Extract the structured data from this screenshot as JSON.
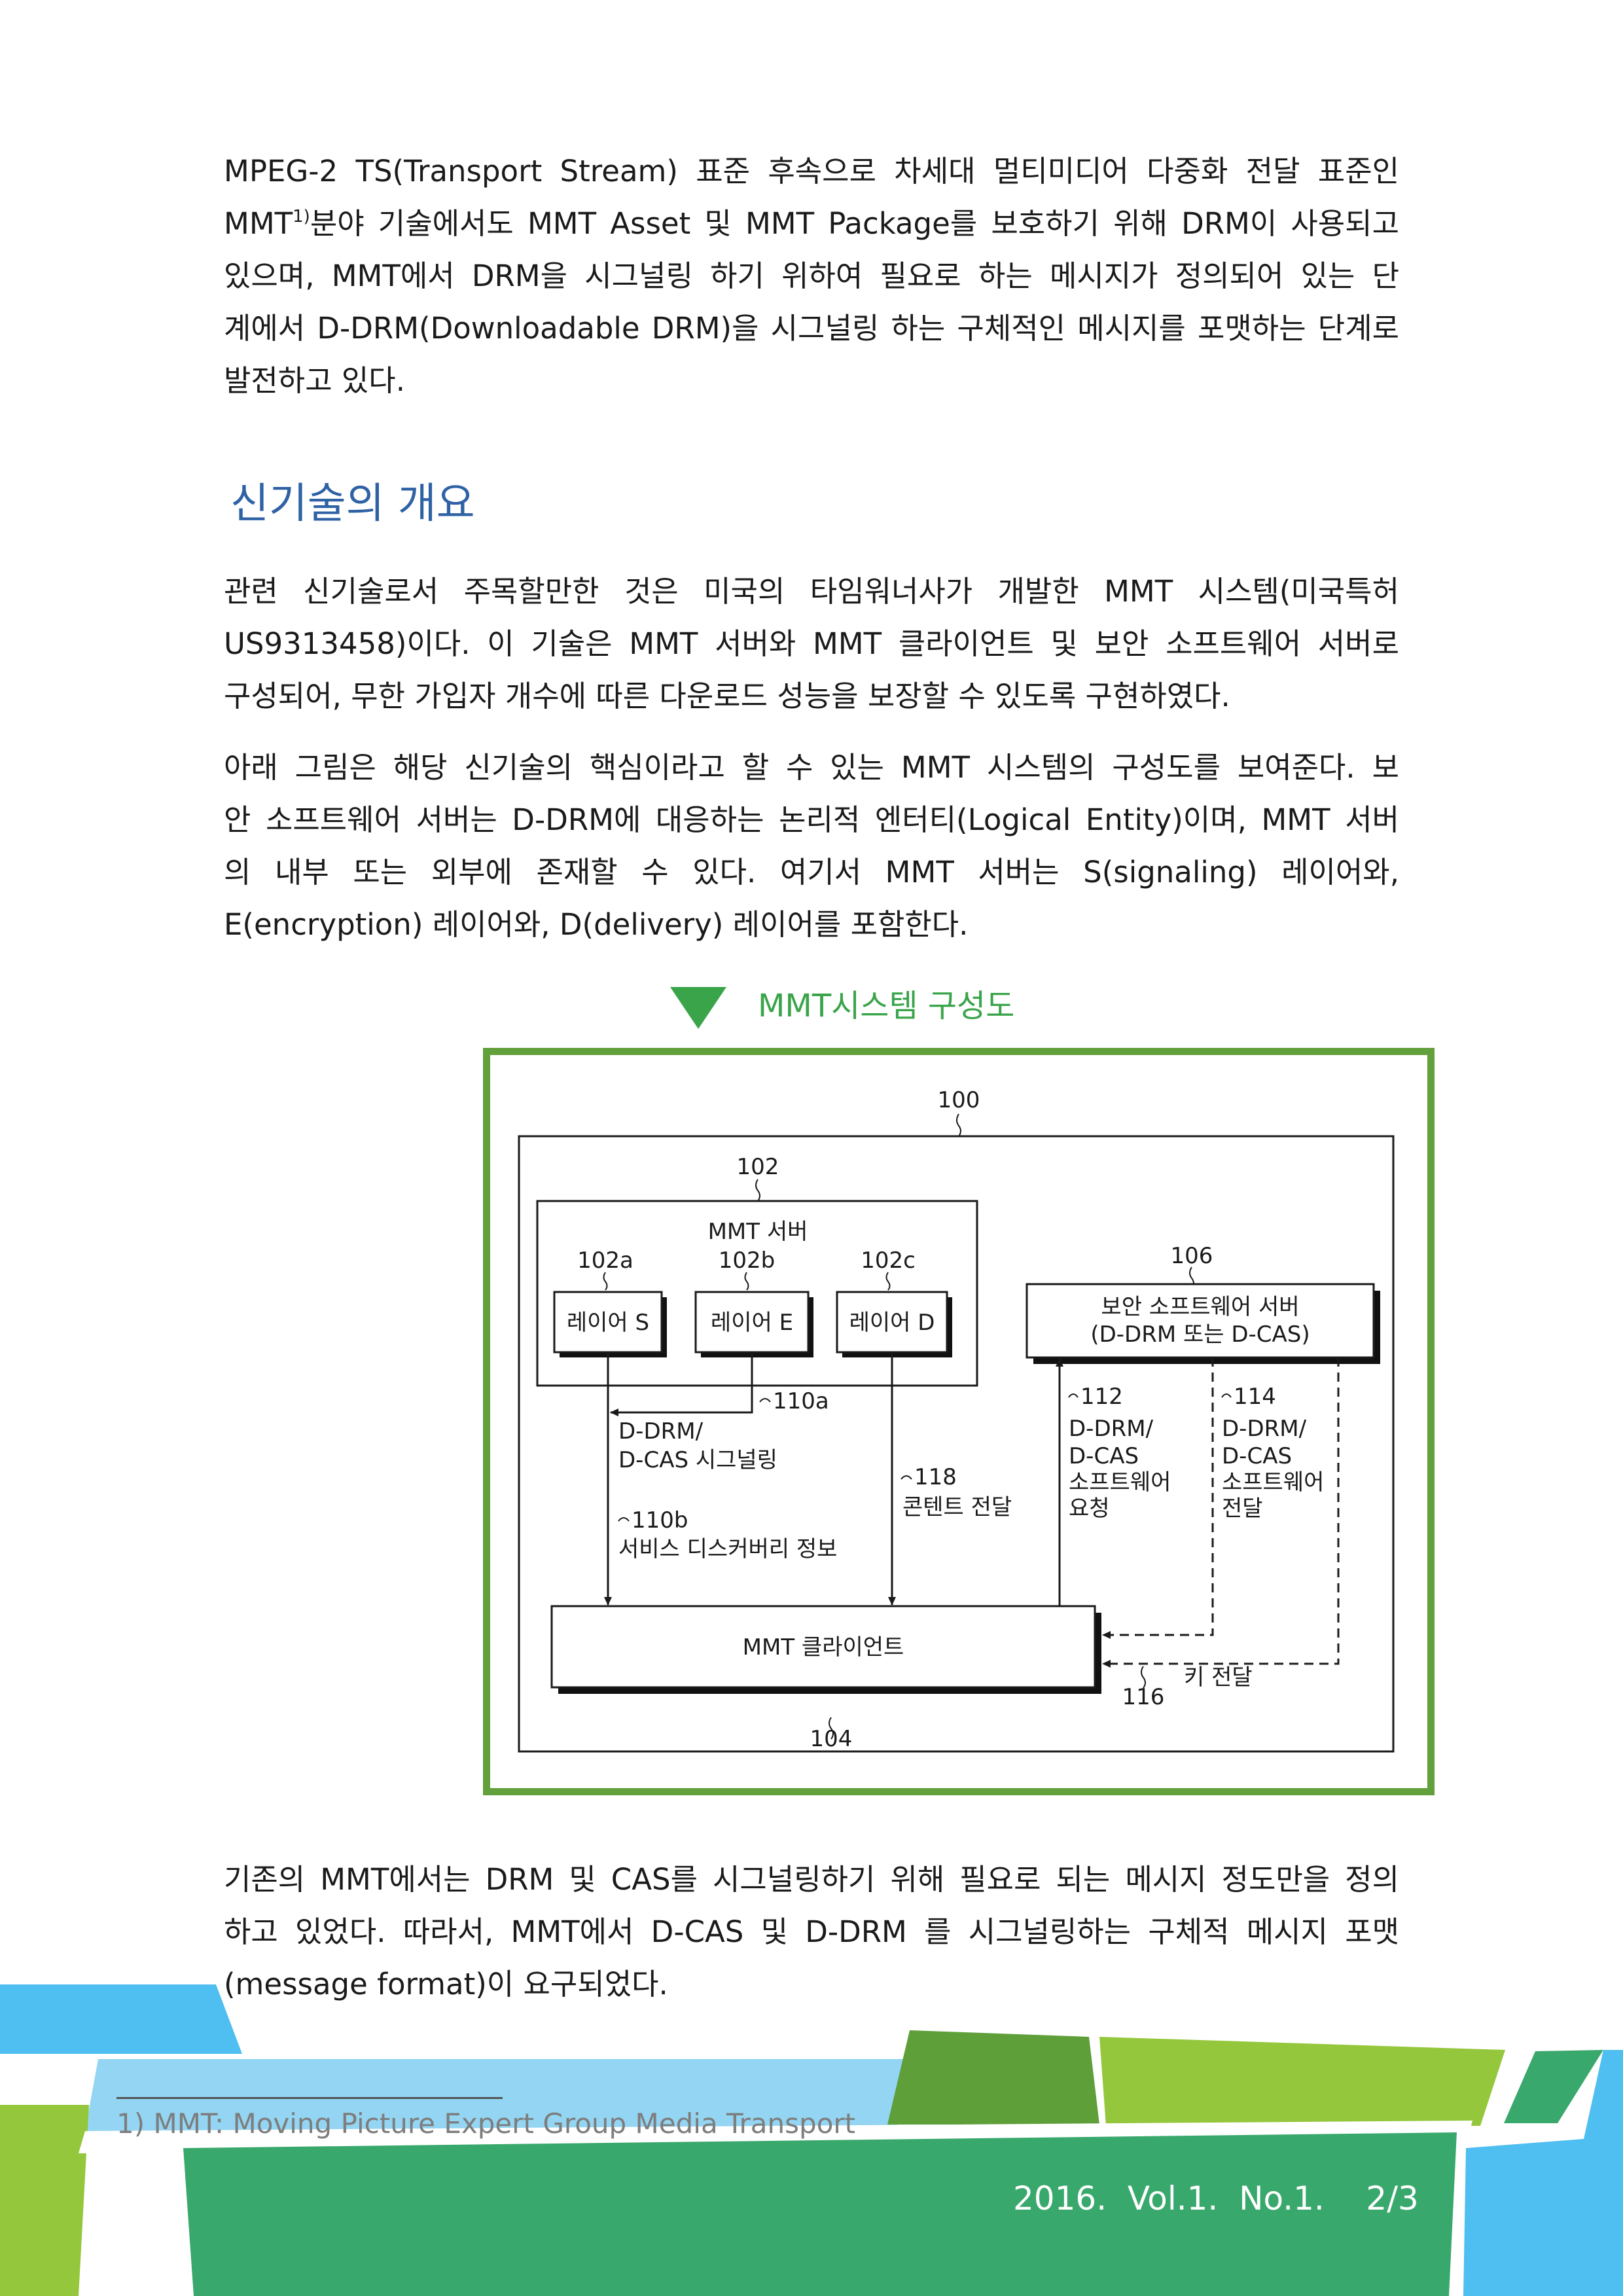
{
  "intro": {
    "lines": [
      "MPEG-2 TS(Transport Stream) 표준 후속으로 차세대 멀티미디어 다중화 전달 표준인",
      "분야 기술에서도 MMT Asset 및 MMT Package를 보호하기 위해 DRM이 사용되고",
      "있으며, MMT에서 DRM을 시그널링 하기 위하여 필요로 하는 메시지가 정의되어 있는 단",
      "계에서 D-DRM(Downloadable DRM)을 시그널링 하는 구체적인 메시지를 포맷하는 단계로",
      "발전하고 있다."
    ],
    "mmt_word": "MMT",
    "footnote_ref": "1)"
  },
  "section": {
    "heading": "신기술의 개요",
    "para1_lines": [
      "관련 신기술로서 주목할만한 것은 미국의 타임워너사가 개발한 MMT 시스템(미국특허",
      "US9313458)이다. 이 기술은 MMT 서버와 MMT 클라이언트 및 보안 소프트웨어 서버로",
      "구성되어, 무한 가입자 개수에 따른 다운로드 성능을 보장할 수 있도록 구현하였다."
    ],
    "para2_lines": [
      "아래 그림은 해당 신기술의 핵심이라고 할 수 있는 MMT 시스템의 구성도를 보여준다. 보",
      "안 소프트웨어 서버는 D-DRM에 대응하는 논리적 엔터티(Logical Entity)이며, MMT 서버",
      "의 내부 또는 외부에 존재할 수 있다. 여기서 MMT 서버는 S(signaling) 레이어와,",
      "E(encryption) 레이어와, D(delivery) 레이어를 포함한다."
    ]
  },
  "figure": {
    "caption": "MMT시스템 구성도",
    "ref_100": "100",
    "ref_102": "102",
    "server_title": "MMT 서버",
    "ref_102a": "102a",
    "ref_102b": "102b",
    "ref_102c": "102c",
    "layer_s": "레이어 S",
    "layer_e": "레이어 E",
    "layer_d": "레이어 D",
    "ref_106": "106",
    "security_server_line1": "보안 소프트웨어 서버",
    "security_server_line2": "(D-DRM 또는 D-CAS)",
    "ref_110a": "110a",
    "signaling_line1": "D-DRM/",
    "signaling_line2": "D-CAS 시그널링",
    "ref_110b": "110b",
    "discovery_label": "서비스 디스커버리 정보",
    "ref_118": "118",
    "content_label": "콘텐트 전달",
    "ref_112": "112",
    "request_lines": [
      "D-DRM/",
      "D-CAS",
      "소프트웨어",
      "요청"
    ],
    "ref_114": "114",
    "delivery_lines": [
      "D-DRM/",
      "D-CAS",
      "소프트웨어",
      "전달"
    ],
    "client_label": "MMT 클라이언트",
    "ref_104": "104",
    "ref_116": "116",
    "key_label": "키 전달"
  },
  "closing": {
    "lines": [
      "기존의 MMT에서는 DRM 및 CAS를 시그널링하기 위해 필요로 되는 메시지 정도만을 정의",
      "하고 있었다. 따라서, MMT에서 D-CAS 및 D-DRM 를 시그널링하는 구체적 메시지 포맷",
      "(message format)이 요구되었다."
    ]
  },
  "footnote": "1) MMT: Moving Picture Expert Group Media Transport",
  "issue": "2016.  Vol.1.  No.1.    2/3",
  "colors": {
    "heading": "#2f62a5",
    "caption": "#3aa44a",
    "figure_border": "#62a03b",
    "footer_light_blue": "#93d5f2",
    "footer_blue": "#4fbef0",
    "footer_lime": "#94c73b",
    "footer_green": "#39a86c",
    "footer_dark_green": "#5f9f3a"
  }
}
